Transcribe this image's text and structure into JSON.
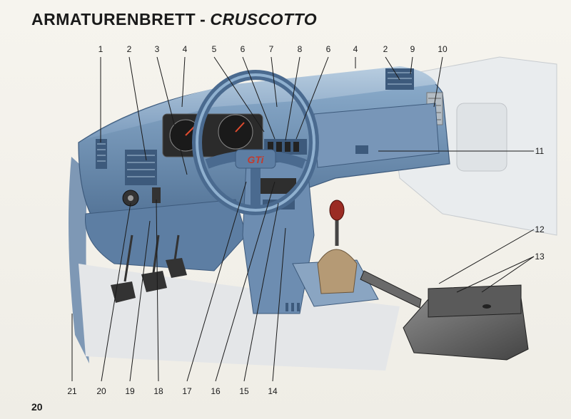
{
  "title": {
    "de": "ARMATURENBRETT",
    "separator": "-",
    "it": "CRUSCOTTO"
  },
  "page_number": "20",
  "badge": "GTi",
  "callouts": [
    "1",
    "2",
    "3",
    "4",
    "5",
    "6",
    "7",
    "8",
    "6",
    "4",
    "2",
    "9",
    "10",
    "11",
    "12",
    "13",
    "14",
    "15",
    "16",
    "17",
    "18",
    "19",
    "20",
    "21"
  ],
  "colors": {
    "dash": "#6f8fb0",
    "dash_dark": "#3d5a7c",
    "dash_light": "#a9c1d8",
    "text": "#1a1a1a",
    "accent_red": "#c23b2e"
  }
}
